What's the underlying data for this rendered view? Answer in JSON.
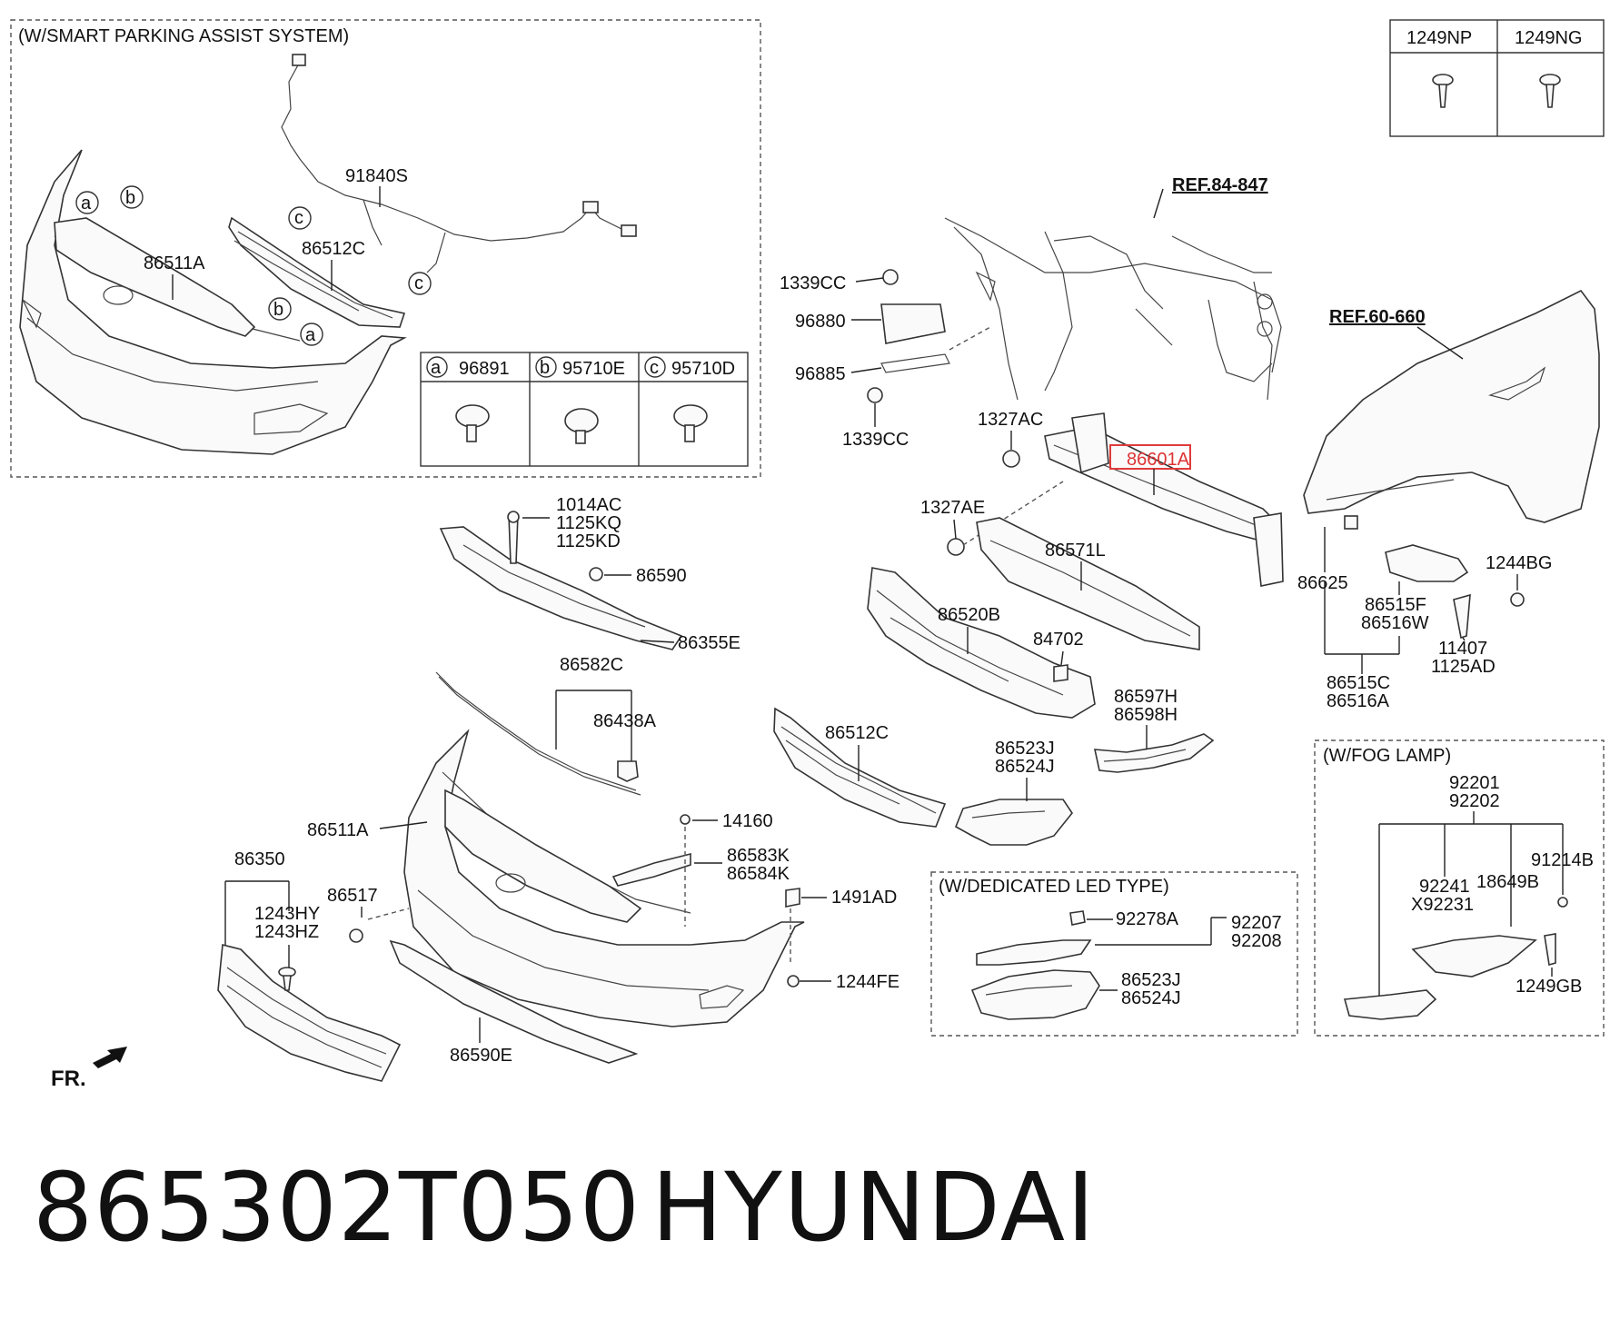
{
  "boxes": {
    "smart_parking": "(W/SMART PARKING ASSIST SYSTEM)",
    "dedicated_led": "(W/DEDICATED LED TYPE)",
    "fog_lamp": "(W/FOG LAMP)"
  },
  "screw_table": {
    "col1": "1249NP",
    "col2": "1249NG"
  },
  "sensor_table": {
    "a": {
      "marker": "a",
      "part": "96891"
    },
    "b": {
      "marker": "b",
      "part": "95710E"
    },
    "c": {
      "marker": "c",
      "part": "95710D"
    }
  },
  "callouts": {
    "p91840S": "91840S",
    "p86511A_top": "86511A",
    "p86512C_top": "86512C",
    "m_a1": "a",
    "m_b1": "b",
    "m_c1": "c",
    "m_c2": "c",
    "m_b2": "b",
    "m_a2": "a",
    "ref84": "REF.84-847",
    "ref60": "REF.60-660",
    "p1339CC_a": "1339CC",
    "p96880": "96880",
    "p96885": "96885",
    "p1339CC_b": "1339CC",
    "p1327AC": "1327AC",
    "p86601A": "86601A",
    "p1327AE": "1327AE",
    "p86571L": "86571L",
    "p86520B": "86520B",
    "p84702": "84702",
    "p86625": "86625",
    "p1244BG": "1244BG",
    "p86515F": "86515F",
    "p86516W": "86516W",
    "p11407": "11407",
    "p1125AD": "1125AD",
    "p86515C": "86515C",
    "p86516A": "86516A",
    "p1014AC": "1014AC",
    "p1125KQ": "1125KQ",
    "p1125KD": "1125KD",
    "p86590": "86590",
    "p86355E": "86355E",
    "p86582C": "86582C",
    "p86438A": "86438A",
    "p86511A": "86511A",
    "p86350": "86350",
    "p1243HY": "1243HY",
    "p1243HZ": "1243HZ",
    "p86517": "86517",
    "p14160": "14160",
    "p86583K": "86583K",
    "p86584K": "86584K",
    "p1491AD": "1491AD",
    "p1244FE": "1244FE",
    "p86590E": "86590E",
    "p86512C": "86512C",
    "p86523J": "86523J",
    "p86524J": "86524J",
    "p86597H": "86597H",
    "p86598H": "86598H",
    "p92278A": "92278A",
    "p92207": "92207",
    "p92208": "92208",
    "p86523J_b": "86523J",
    "p86524J_b": "86524J",
    "p92201": "92201",
    "p92202": "92202",
    "p91214B": "91214B",
    "p92241": "92241",
    "pX92231": "X92231",
    "p18649B": "18649B",
    "p1249GB": "1249GB",
    "fr": "FR."
  },
  "footer": {
    "part_number": "865302T050",
    "brand": "HYUNDAI"
  }
}
